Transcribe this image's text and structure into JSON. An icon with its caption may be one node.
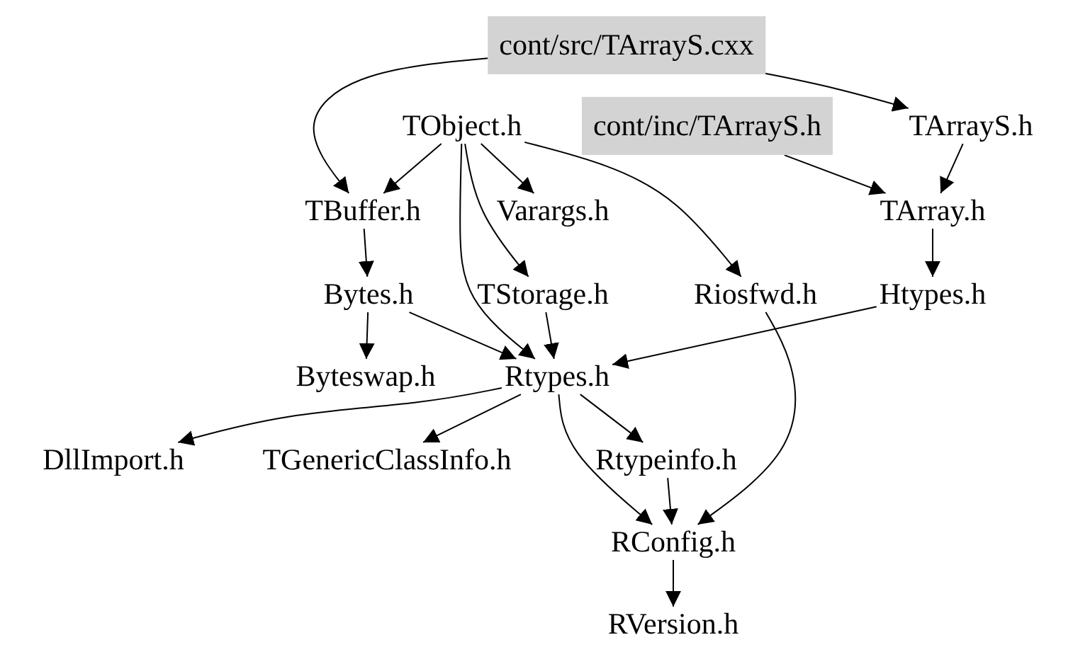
{
  "diagram": {
    "nodes": [
      {
        "text": [
          "cont/src/TArrayS.cxx"
        ]
      },
      {
        "text": [
          "TObject.h"
        ]
      },
      {
        "text": [
          "cont/inc/TArrayS.h"
        ]
      },
      {
        "text": [
          "TArrayS.h"
        ]
      },
      {
        "text": [
          "TBuffer.h"
        ]
      },
      {
        "text": [
          "Varargs.h"
        ]
      },
      {
        "text": [
          "TArray.h"
        ]
      },
      {
        "text": [
          "Bytes.h"
        ]
      },
      {
        "text": [
          "TStorage.h"
        ]
      },
      {
        "text": [
          "Riosfwd.h"
        ]
      },
      {
        "text": [
          "Htypes.h"
        ]
      },
      {
        "text": [
          "Byteswap.h"
        ]
      },
      {
        "text": [
          "Rtypes.h"
        ]
      },
      {
        "text": [
          "DllImport.h"
        ]
      },
      {
        "text": [
          "TGenericClassInfo.h"
        ]
      },
      {
        "text": [
          "Rtypeinfo.h"
        ]
      },
      {
        "text": [
          "RConfig.h"
        ]
      },
      {
        "text": [
          "RVersion.h"
        ]
      }
    ],
    "edges": [
      {
        "from": 0,
        "to": 4,
        "arrow": "to"
      },
      {
        "from": 0,
        "to": 3,
        "arrow": "to"
      },
      {
        "from": 1,
        "to": 4,
        "arrow": "to"
      },
      {
        "from": 1,
        "to": 5,
        "arrow": "to"
      },
      {
        "from": 1,
        "to": 8,
        "arrow": "to"
      },
      {
        "from": 1,
        "to": 12,
        "arrow": "to"
      },
      {
        "from": 1,
        "to": 9,
        "arrow": "to"
      },
      {
        "from": 2,
        "to": 6,
        "arrow": "to"
      },
      {
        "from": 3,
        "to": 6,
        "arrow": "to"
      },
      {
        "from": 6,
        "to": 10,
        "arrow": "to"
      },
      {
        "from": 10,
        "to": 12,
        "arrow": "to"
      },
      {
        "from": 4,
        "to": 7,
        "arrow": "to"
      },
      {
        "from": 7,
        "to": 11,
        "arrow": "to"
      },
      {
        "from": 7,
        "to": 12,
        "arrow": "to"
      },
      {
        "from": 8,
        "to": 12,
        "arrow": "to"
      },
      {
        "from": 9,
        "to": 16,
        "arrow": "to"
      },
      {
        "from": 12,
        "to": 13,
        "arrow": "to"
      },
      {
        "from": 12,
        "to": 14,
        "arrow": "to"
      },
      {
        "from": 12,
        "to": 15,
        "arrow": "to"
      },
      {
        "from": 12,
        "to": 16,
        "arrow": "to"
      },
      {
        "from": 15,
        "to": 16,
        "arrow": "to"
      },
      {
        "from": 16,
        "to": 17,
        "arrow": "to"
      }
    ]
  }
}
